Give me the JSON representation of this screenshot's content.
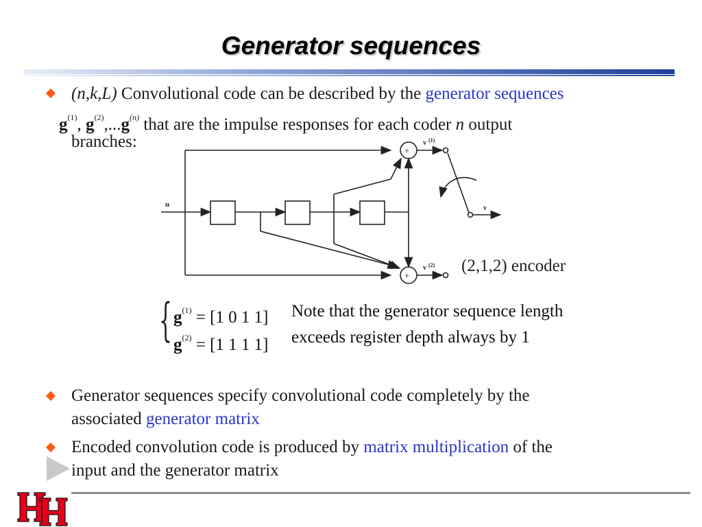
{
  "slide": {
    "title": "Generator sequences"
  },
  "bullet1": {
    "line1_math": "(n,k,L)",
    "line1_text": " Convolutional code can be described by the ",
    "line1_link": "generator sequences",
    "line2_g": "g",
    "line2_sup1": "(1)",
    "line2_sep1": ", ",
    "line2_sup2": "(2)",
    "line2_sep2": ",...",
    "line2_supn": "(n)",
    "line2_text": " that are the impulse responses for each coder ",
    "line2_n": "n",
    "line2_text2": " output",
    "line3_text": "branches:"
  },
  "diagram": {
    "label_u": "u",
    "label_v1": "v",
    "label_v1_sup": "(1)",
    "label_v2": "v",
    "label_v2_sup": "(2)",
    "label_v": "v",
    "adder_symbol": "+",
    "caption": "(2,1,2) encoder"
  },
  "equations": {
    "g1_lhs": "g",
    "g1_sup": "(1)",
    "g1_rhs": " = [1 0 1 1]",
    "g2_lhs": "g",
    "g2_sup": "(2)",
    "g2_rhs": " = [1 1 1 1]",
    "brace": "{",
    "note_line1": "Note that the generator sequence length",
    "note_line2": "exceeds register depth always by 1"
  },
  "bullet2": {
    "line1": "Generator sequences specify convolutional code completely by the",
    "line2_text": "associated ",
    "line2_link": "generator matrix"
  },
  "bullet3": {
    "line1_text": "Encoded convolution code is produced by ",
    "line1_link": "matrix multiplication",
    "line1_text2": " of the",
    "line2": "input and the generator matrix"
  },
  "colors": {
    "bullet": "#ff5a14",
    "link": "#2a35c8",
    "logo_red": "#e3001b"
  },
  "icons": {
    "logo": "university-logo-icon",
    "bullet": "diamond-bullet-icon",
    "nav": "triangle-arrow-icon"
  }
}
